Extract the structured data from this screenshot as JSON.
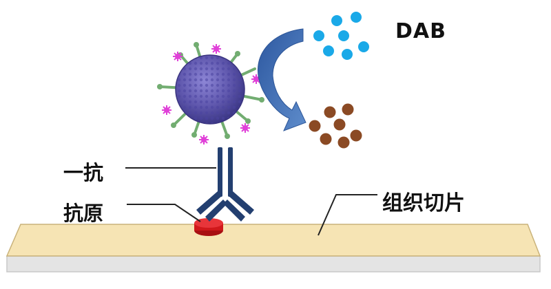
{
  "labels": {
    "dab": "DAB",
    "primary_antibody": "一抗",
    "antigen": "抗原",
    "tissue_section": "组织切片"
  },
  "colors": {
    "slide_fill": "#f6e4b4",
    "slide_edge": "#c9b27a",
    "slide_base": "#e3e3e3",
    "antibody": "#233f70",
    "antigen": "#d0181b",
    "virus_body": "#6b63b8",
    "spike": "#72ad71",
    "pink_marker": "#e040d8",
    "dab_before": "#1aa9e8",
    "dab_after": "#8b4a24",
    "arrow": "#4372b4",
    "leader_line": "#222222"
  },
  "particles": {
    "dab_before_count": 7,
    "dab_after_count": 7
  }
}
